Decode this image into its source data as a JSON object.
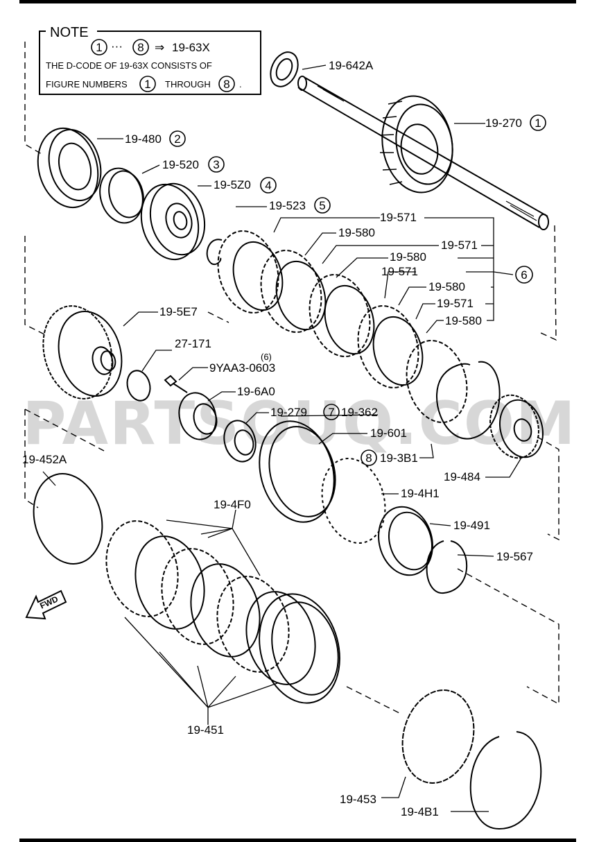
{
  "note": {
    "title": "NOTE",
    "range_start": "1",
    "range_sep": "···",
    "range_end": "8",
    "arrow": "⇒",
    "target": "19-63X",
    "line2": "THE D-CODE OF   19-63X  CONSISTS OF",
    "line3_a": "FIGURE NUMBERS",
    "line3_n1": "1",
    "line3_b": "THROUGH",
    "line3_n2": "8",
    "line3_end": "."
  },
  "watermark": "PARTSOUQ.COM",
  "fwd_label": "FWD",
  "parts": {
    "p642a": "19-642A",
    "p270": "19-270",
    "p270_n": "1",
    "p480": "19-480",
    "p480_n": "2",
    "p520": "19-520",
    "p520_n": "3",
    "p5z0": "19-5Z0",
    "p5z0_n": "4",
    "p523": "19-523",
    "p523_n": "5",
    "p571a": "19-571",
    "p580a": "19-580",
    "p571b": "19-571",
    "p580b": "19-580",
    "group_n": "6",
    "p571c": "19-571",
    "p580c": "19-580",
    "p571d": "19-571",
    "p580d": "19-580",
    "p5e7": "19-5E7",
    "p27171": "27-171",
    "bolt_qty": "(6)",
    "bolt": "9YAA3-0603",
    "p6a0": "19-6A0",
    "p279": "19-279",
    "p362": "19-362",
    "p362_n": "7",
    "p601": "19-601",
    "p3b1": "19-3B1",
    "p3b1_n": "8",
    "p484": "19-484",
    "p452a": "19-452A",
    "p4f0": "19-4F0",
    "p4h1": "19-4H1",
    "p491": "19-491",
    "p567": "19-567",
    "p451": "19-451",
    "p453": "19-453",
    "p4b1": "19-4B1"
  }
}
